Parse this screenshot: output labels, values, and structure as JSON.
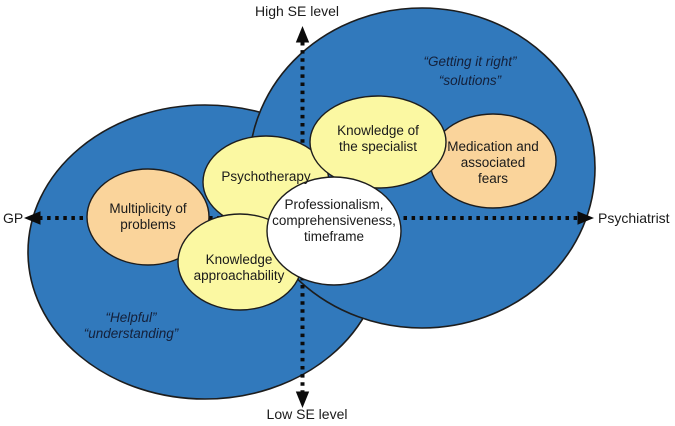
{
  "colors": {
    "circle_blue": "#3179BC",
    "node_yellow": "#FBF8A2",
    "node_orange": "#FAD49B",
    "node_white": "#FFFFFF"
  },
  "axes": {
    "top_label": "High SE level",
    "bottom_label": "Low SE level",
    "left_label": "GP",
    "right_label": "Psychiatrist"
  },
  "quotes": {
    "left_circle": [
      "“Helpful”",
      "“understanding”"
    ],
    "right_circle": [
      "“Getting it right”",
      "“solutions”"
    ]
  },
  "nodes": {
    "multiplicity": [
      "Multiplicity of",
      "problems"
    ],
    "psychotherapy": [
      "Psychotherapy"
    ],
    "approachability": [
      "Knowledge",
      "approachability"
    ],
    "specialist": [
      "Knowledge of",
      "the specialist"
    ],
    "medication": [
      "Medication and",
      "associated",
      "fears"
    ],
    "professionalism": [
      "Professionalism,",
      "comprehensiveness,",
      "timeframe"
    ]
  }
}
